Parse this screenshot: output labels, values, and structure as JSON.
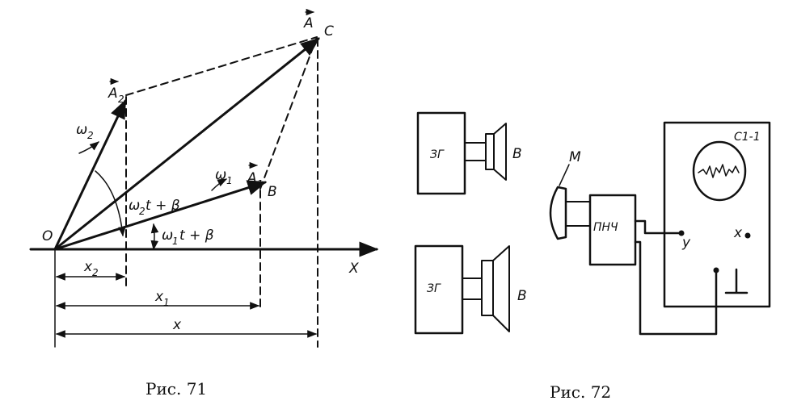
{
  "figure71": {
    "caption": "Рис. 71",
    "labels": {
      "A": "A",
      "C": "C",
      "A2": "A",
      "A2_sub": "2",
      "A1": "A",
      "A1_sub": "1",
      "B": "B",
      "O": "O",
      "X_axis": "X",
      "omega2": "ω",
      "omega2_sub": "2",
      "omega1": "ω",
      "omega1_sub": "1",
      "phase2": "ω",
      "phase2_sub": "2",
      "phase2_rest": "t + β",
      "phase1": "ω",
      "phase1_sub": "1",
      "phase1_rest": "t + β",
      "x2": "x",
      "x2_sub": "2",
      "x1": "x",
      "x1_sub": "1",
      "x": "x"
    }
  },
  "figure72": {
    "caption": "Рис. 72",
    "labels": {
      "gen_top": "ЗГ",
      "speaker_top": "B",
      "gen_bottom": "ЗГ",
      "speaker_bottom": "B",
      "mic": "M",
      "amp": "ПНЧ",
      "scope": "С1-1",
      "y_input": "y",
      "x_input": "x"
    }
  }
}
